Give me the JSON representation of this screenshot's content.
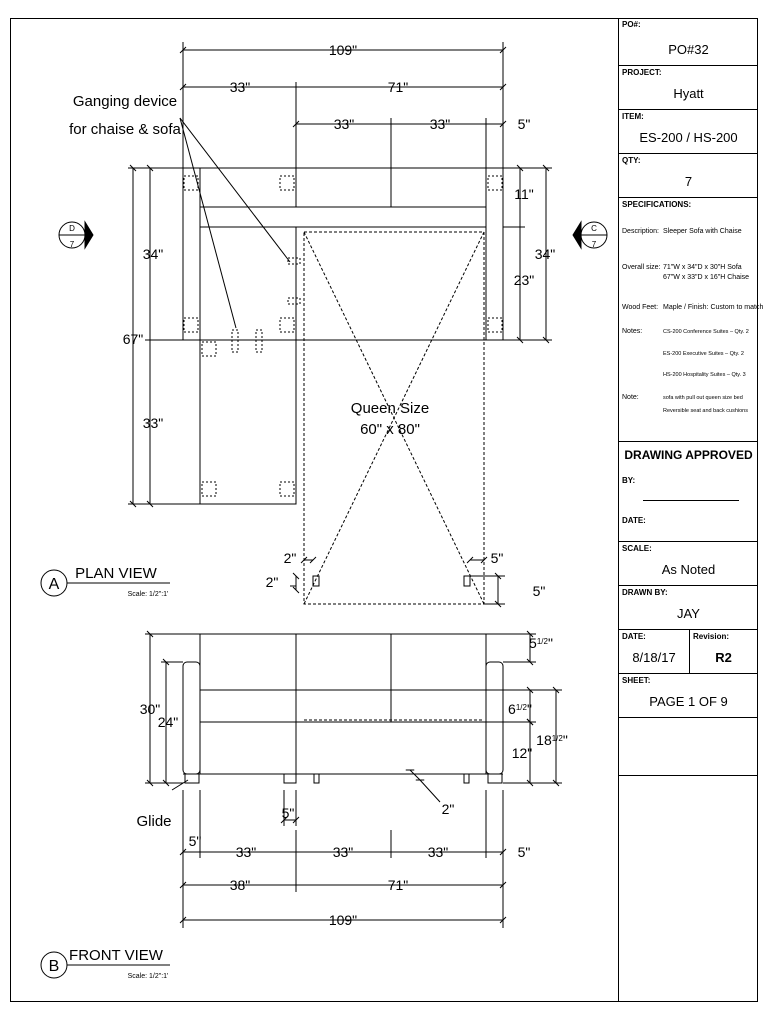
{
  "plan_view": {
    "label": "PLAN VIEW",
    "letter": "A",
    "scale": "Scale: 1/2\":1'",
    "dims": {
      "total_width": "109\"",
      "chaise_width": "33\"",
      "sofa_width": "71\"",
      "seat_a": "33\"",
      "seat_b": "33\"",
      "arm": "5\"",
      "left_upper": "34\"",
      "left_total": "67\"",
      "left_lower": "33\"",
      "right_top": "11\"",
      "right_mid": "23\"",
      "right_total": "34\"",
      "bed_gap_left_h": "2\"",
      "bed_gap_left_v": "2\"",
      "bed_gap_right_h": "5\"",
      "bed_gap_right_v": "5\""
    },
    "annotation": "Ganging device\nfor chaise & sofa",
    "bed_line1": "Queen Size",
    "bed_line2": "60\" x 80\"",
    "section_left": {
      "top": "D",
      "bottom": "7"
    },
    "section_right": {
      "top": "C",
      "bottom": "7"
    }
  },
  "front_view": {
    "label": "FRONT VIEW",
    "letter": "B",
    "scale": "Scale: 1/2\":1'",
    "glide_label": "Glide",
    "dims": {
      "height_total": "30\"",
      "height_back": "24\"",
      "top_right": "5",
      "top_right_frac": "1/2",
      "mid_right": "6",
      "mid_right_frac": "1/2",
      "seat_h": "12\"",
      "outer_h": "18",
      "outer_h_frac": "1/2",
      "leg_w": "5\"",
      "leg_gap": "2\"",
      "arm_left": "5\"",
      "seat_a": "33\"",
      "seat_b": "33\"",
      "seat_c": "33\"",
      "arm_right": "5\"",
      "chaise_w": "38\"",
      "sofa_w": "71\"",
      "total_w": "109\""
    }
  },
  "title_block": {
    "po_label": "PO#:",
    "po_value": "PO#32",
    "project_label": "PROJECT:",
    "project_value": "Hyatt",
    "item_label": "ITEM:",
    "item_value": "ES-200 / HS-200",
    "qty_label": "QTY:",
    "qty_value": "7",
    "specs_label": "SPECIFICATIONS:",
    "desc_label": "Description:",
    "desc_value": "Sleeper Sofa with Chaise",
    "overall_label": "Overall size:",
    "overall_line1": "71\"W x 34\"D x 30\"H Sofa",
    "overall_line2": "67\"W x 33\"D x 16\"H Chaise",
    "wood_label": "Wood Feet:",
    "wood_value": "Maple / Finish: Custom to match",
    "notes_label": "Notes:",
    "notes_line1": "CS-200 Conference Suites – Qty. 2",
    "notes_line2": "ES-200 Executive Suites – Qty. 2",
    "notes_line3": "HS-200 Hospitality Suites – Qty. 3",
    "note_label": "Note:",
    "note_line1": "sofa with pull out queen size bed",
    "note_line2": "Reversible seat and back cushions",
    "approved": "DRAWING APPROVED",
    "by_label": "BY:",
    "date_label": "DATE:",
    "scale_label": "SCALE:",
    "scale_value": "As Noted",
    "drawn_label": "DRAWN BY:",
    "drawn_value": "JAY",
    "date2_label": "DATE:",
    "date2_value": "8/18/17",
    "revision_label": "Revision:",
    "revision_value": "R2",
    "sheet_label": "SHEET:",
    "sheet_value": "PAGE 1 OF  9"
  }
}
